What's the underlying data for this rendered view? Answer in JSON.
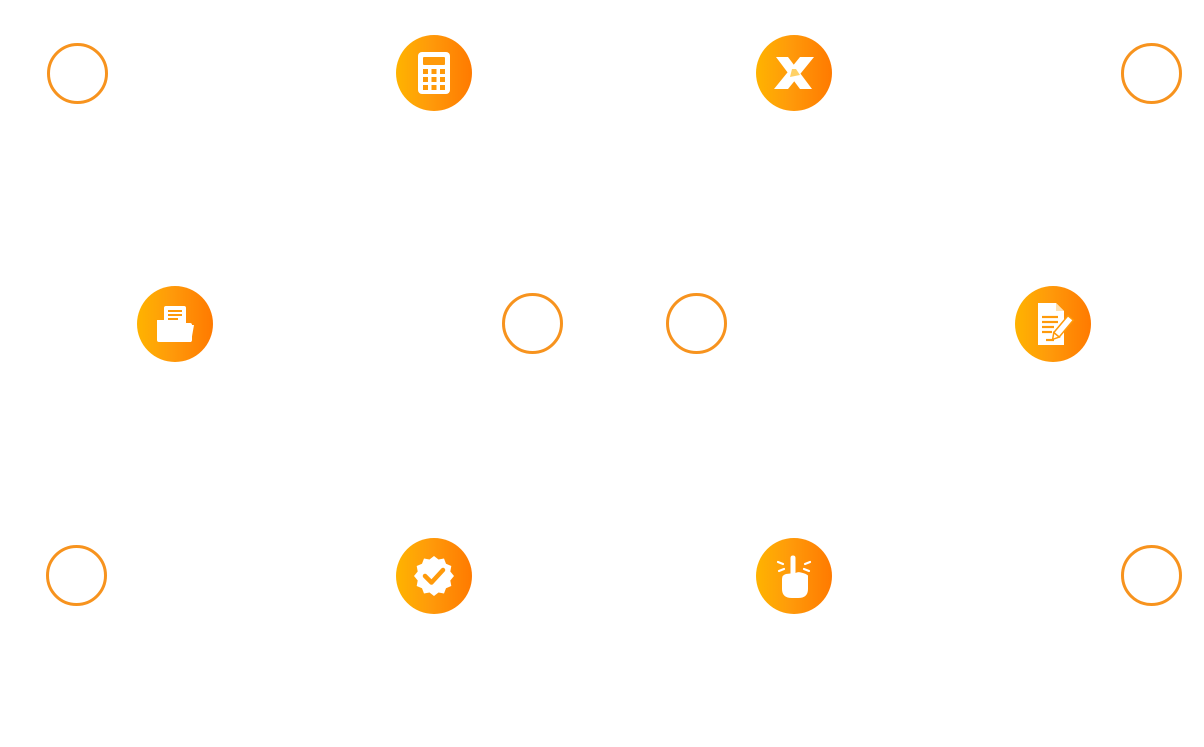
{
  "theme": {
    "accent": "#f7931e",
    "gradient_start": "#ffb300",
    "gradient_end": "#ff7a00",
    "background": "#ffffff"
  },
  "icons": [
    {
      "name": "calculator-icon"
    },
    {
      "name": "x-logo-icon"
    },
    {
      "name": "open-folder-icon"
    },
    {
      "name": "document-edit-icon"
    },
    {
      "name": "verified-badge-icon"
    },
    {
      "name": "tap-finger-icon"
    }
  ],
  "rings": [
    {
      "name": "ring-outline"
    },
    {
      "name": "ring-outline"
    },
    {
      "name": "ring-outline"
    },
    {
      "name": "ring-outline"
    },
    {
      "name": "ring-outline"
    },
    {
      "name": "ring-outline"
    }
  ]
}
